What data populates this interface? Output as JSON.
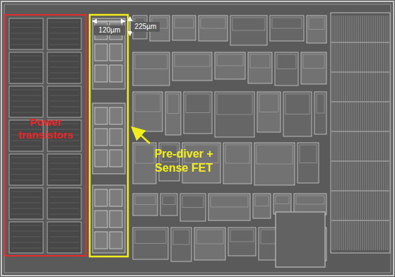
{
  "diagram": {
    "nodes": [
      {
        "text": [
          "Power transistors"
        ]
      }
    ],
    "labels": [
      "120µm",
      "225µm",
      "Pre-diver + Sense FET"
    ]
  }
}
